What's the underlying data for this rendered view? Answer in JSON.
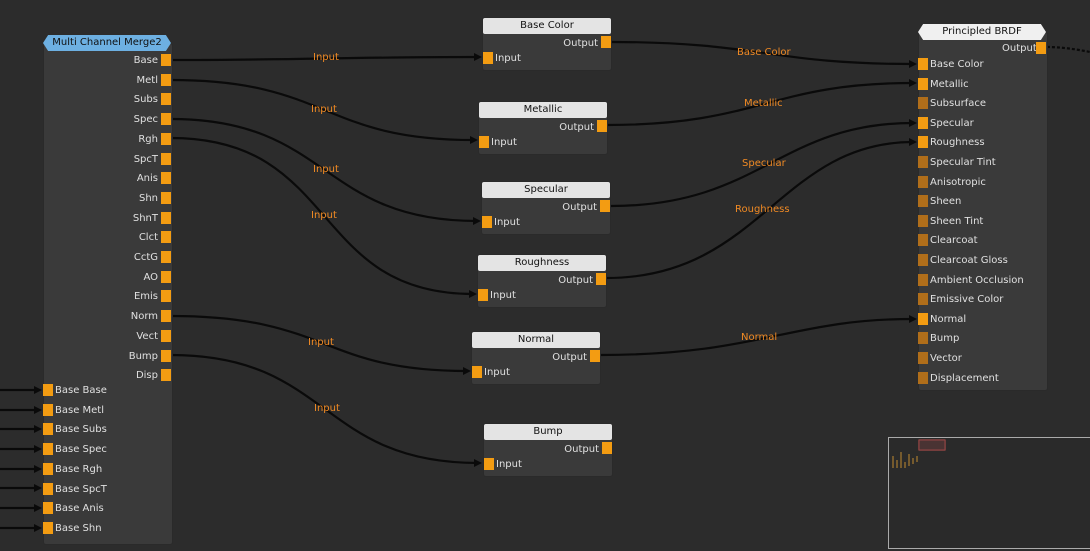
{
  "mcm": {
    "title": "Multi Channel Merge2",
    "outputs": [
      "Base",
      "Metl",
      "Subs",
      "Spec",
      "Rgh",
      "SpcT",
      "Anis",
      "Shn",
      "ShnT",
      "Clct",
      "CctG",
      "AO",
      "Emis",
      "Norm",
      "Vect",
      "Bump",
      "Disp"
    ],
    "inputs": [
      "Base Base",
      "Base Metl",
      "Base Subs",
      "Base Spec",
      "Base Rgh",
      "Base SpcT",
      "Base Anis",
      "Base Shn"
    ]
  },
  "mid_nodes": [
    {
      "title": "Base Color",
      "output": "Output",
      "input": "Input"
    },
    {
      "title": "Metallic",
      "output": "Output",
      "input": "Input"
    },
    {
      "title": "Specular",
      "output": "Output",
      "input": "Input"
    },
    {
      "title": "Roughness",
      "output": "Output",
      "input": "Input"
    },
    {
      "title": "Normal",
      "output": "Output",
      "input": "Input"
    },
    {
      "title": "Bump",
      "output": "Output",
      "input": "Input"
    }
  ],
  "brdf": {
    "title": "Principled BRDF",
    "output": "Output",
    "inputs": [
      "Base Color",
      "Metallic",
      "Subsurface",
      "Specular",
      "Roughness",
      "Specular Tint",
      "Anisotropic",
      "Sheen",
      "Sheen Tint",
      "Clearcoat",
      "Clearcoat Gloss",
      "Ambient Occlusion",
      "Emissive Color",
      "Normal",
      "Bump",
      "Vector",
      "Displacement"
    ]
  },
  "wire_labels": {
    "left": [
      "Input",
      "Input",
      "Input",
      "Input",
      "Input",
      "Input"
    ],
    "right": [
      "Base Color",
      "Metallic",
      "Specular",
      "Roughness",
      "Normal"
    ]
  },
  "colors": {
    "background": "#2c2c2c",
    "node": "#3a3a3a",
    "port": "#f39c12",
    "wire_label": "#f08a24",
    "mcm_title": "#6db0e2"
  }
}
